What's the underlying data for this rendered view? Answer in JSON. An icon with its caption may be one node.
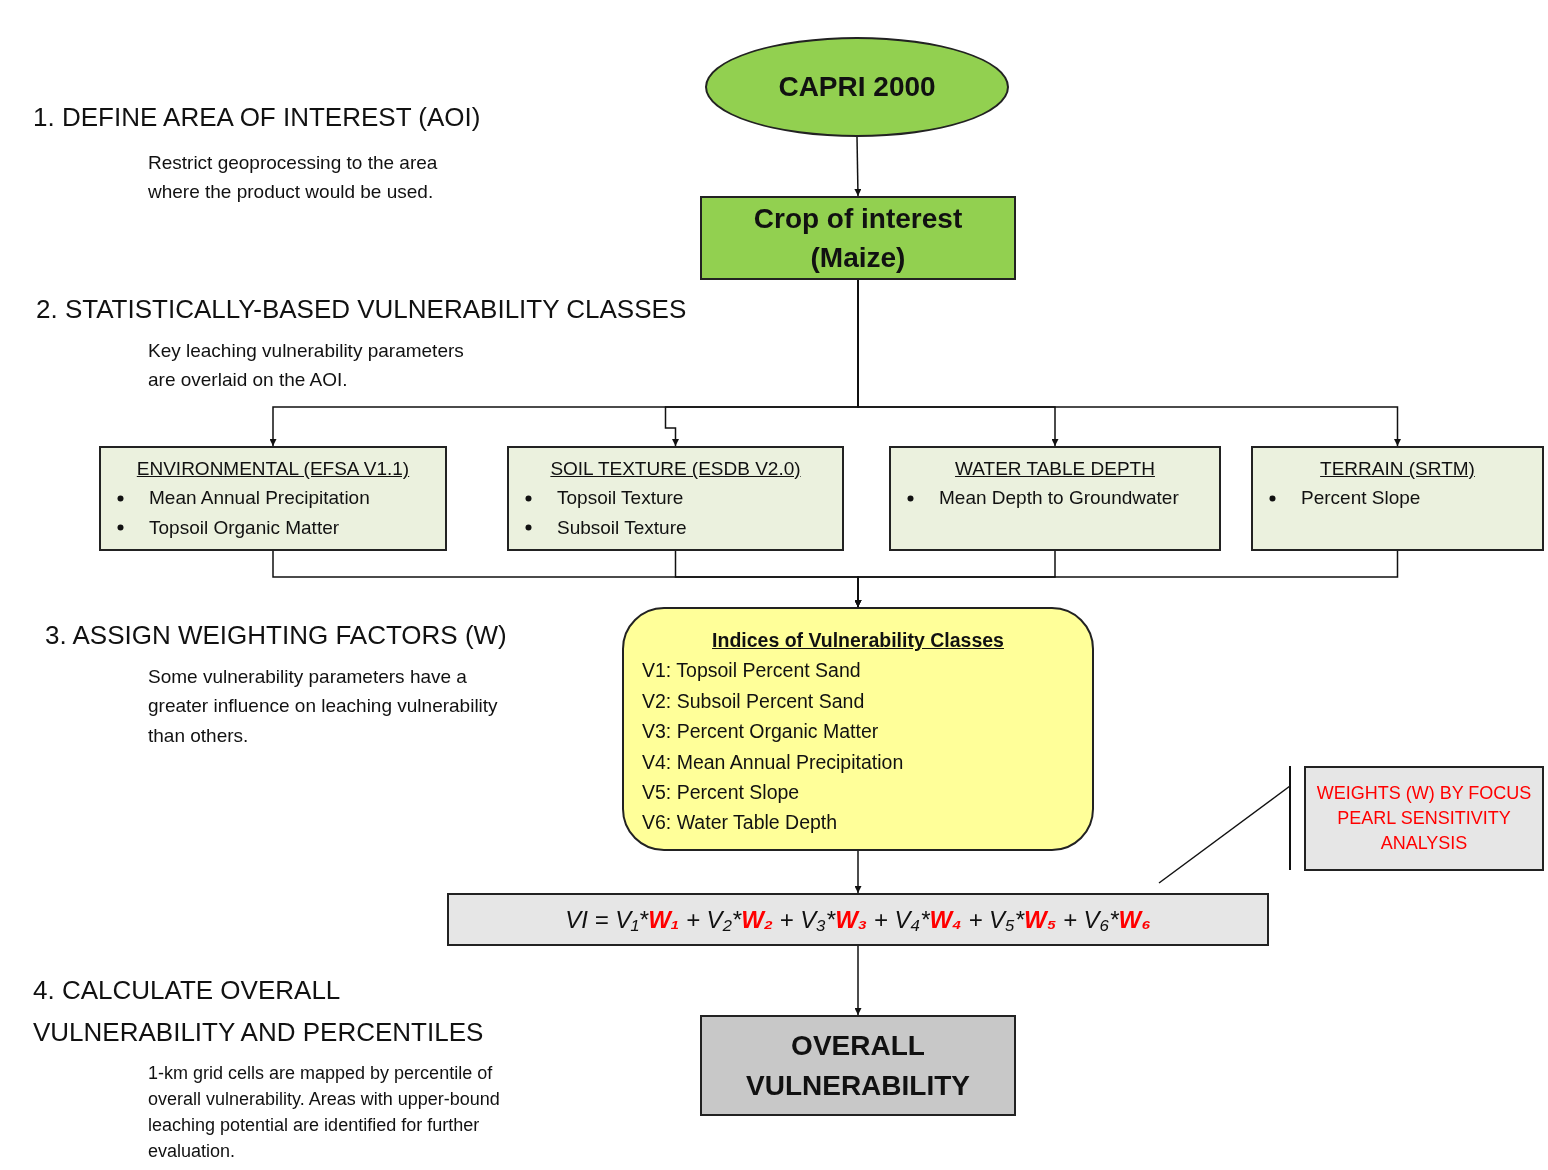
{
  "diagram": {
    "nodes": [
      {
        "text": [
          "CAPRI 2000"
        ]
      },
      {
        "text": [
          "Crop of interest (Maize)"
        ]
      },
      {
        "text": [
          "ENVIRONMENTAL (EFSA V1.1)",
          "Mean Annual Precipitation",
          "Topsoil Organic Matter"
        ]
      },
      {
        "text": [
          "SOIL TEXTURE (ESDB V2.0)",
          "Topsoil Texture",
          "Subsoil Texture"
        ]
      },
      {
        "text": [
          "WATER TABLE DEPTH",
          "Mean Depth to Groundwater"
        ]
      },
      {
        "text": [
          "TERRAIN (SRTM)",
          "Percent Slope"
        ]
      },
      {
        "text": [
          "Indices of Vulnerability Classes",
          "V1: Topsoil Percent Sand",
          "V2: Subsoil Percent Sand",
          "V3: Percent Organic Matter",
          "V4: Mean Annual Precipitation",
          "V5: Percent Slope",
          "V6: Water Table Depth"
        ]
      },
      {
        "text": [
          "WEIGHTS (W) BY FOCUS PEARL SENSITIVITY ANALYSIS"
        ]
      },
      {
        "text": [
          "VI = V₁*W₁ + V₂*W₂ + V₃*W₃ + V₄*W₄ + V₅*W₅ + V₆*W₆"
        ]
      },
      {
        "text": [
          "OVERALL VULNERABILITY"
        ]
      }
    ],
    "edges": [
      {
        "from": 0,
        "to": 1,
        "arrow": "to"
      },
      {
        "from": 1,
        "to": 2,
        "arrow": "to"
      },
      {
        "from": 1,
        "to": 3,
        "arrow": "to"
      },
      {
        "from": 1,
        "to": 4,
        "arrow": "to"
      },
      {
        "from": 1,
        "to": 5,
        "arrow": "to"
      },
      {
        "from": 2,
        "to": 6,
        "arrow": "to"
      },
      {
        "from": 3,
        "to": 6,
        "arrow": "to"
      },
      {
        "from": 4,
        "to": 6,
        "arrow": "to"
      },
      {
        "from": 5,
        "to": 6,
        "arrow": "to"
      },
      {
        "from": 6,
        "to": 8,
        "arrow": "to"
      },
      {
        "from": 8,
        "to": 9,
        "arrow": "to"
      },
      {
        "from": 7,
        "to": 8,
        "arrow": "none"
      }
    ],
    "labels": [
      "1. DEFINE AREA OF INTEREST (AOI)",
      "Restrict geoprocessing to the area where the product would be used.",
      "2. STATISTICALLY-BASED VULNERABILITY CLASSES",
      "Key leaching vulnerability parameters are overlaid on the AOI.",
      "3. ASSIGN WEIGHTING FACTORS (W)",
      "Some vulnerability parameters have a greater influence on leaching vulnerability than others.",
      "4. CALCULATE OVERALL VULNERABILITY AND PERCENTILES",
      "1-km grid cells are mapped by percentile of overall vulnerability. Areas with upper-bound leaching potential are identified for further evaluation."
    ]
  }
}
